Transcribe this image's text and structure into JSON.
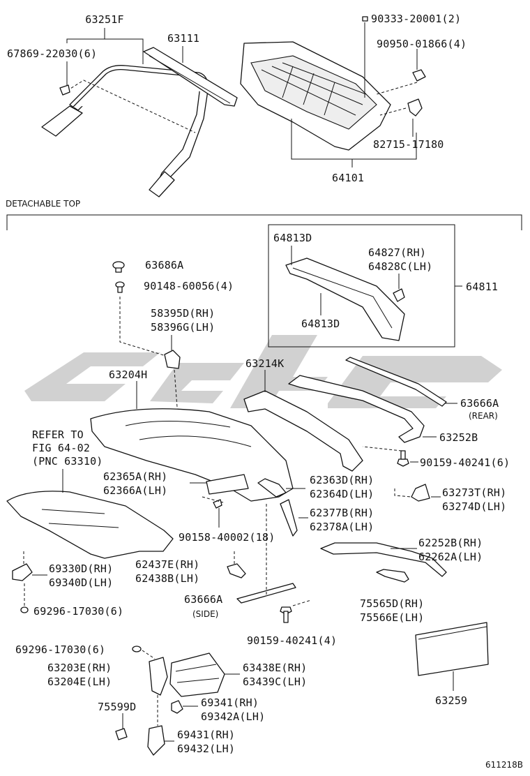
{
  "labels": {
    "p63251F": "63251F",
    "p67869": "67869-22030(6)",
    "p63111": "63111",
    "p90333": "90333-20001(2)",
    "p90950": "90950-01866(4)",
    "p82715": "82715-17180",
    "p64101": "64101",
    "detachable_top": "DETACHABLE TOP",
    "p64813D_a": "64813D",
    "p64827": "64827(RH)",
    "p64828C": "64828C(LH)",
    "p64811": "64811",
    "p64813D_b": "64813D",
    "p63686A": "63686A",
    "p90148": "90148-60056(4)",
    "p58395D": "58395D(RH)",
    "p58396G": "58396G(LH)",
    "p63214K": "63214K",
    "p63204H": "63204H",
    "p63666A_rear": "63666A",
    "rear": "(REAR)",
    "p63252B": "63252B",
    "p90159_a": "90159-40241(6)",
    "refer_to": "REFER TO",
    "fig": "FIG 64-02",
    "pnc": "(PNC 63310)",
    "p62365A": "62365A(RH)",
    "p62366A": "62366A(LH)",
    "p62363D": "62363D(RH)",
    "p62364D": "62364D(LH)",
    "p63273T": "63273T(RH)",
    "p63274D": "63274D(LH)",
    "p62377B": "62377B(RH)",
    "p62378A": "62378A(LH)",
    "p90158": "90158-40002(18)",
    "p62252B": "62252B(RH)",
    "p62262A": "62262A(LH)",
    "p69330D": "69330D(RH)",
    "p69340D": "69340D(LH)",
    "p62437E": "62437E(RH)",
    "p62438B": "62438B(LH)",
    "p63666A_side": "63666A",
    "side": "(SIDE)",
    "p75565D": "75565D(RH)",
    "p75566E": "75566E(LH)",
    "p69296_a": "69296-17030(6)",
    "p90159_b": "90159-40241(4)",
    "p69296_b": "69296-17030(6)",
    "p63203E": "63203E(RH)",
    "p63204E": "63204E(LH)",
    "p63438E": "63438E(RH)",
    "p63439C": "63439C(LH)",
    "p63259": "63259",
    "p75599D": "75599D",
    "p69341": "69341(RH)",
    "p69342A": "69342A(LH)",
    "p69431": "69431(RH)",
    "p69432": "69432(LH)",
    "figure_id": "611218B"
  },
  "colors": {
    "ink": "#111111",
    "watermark": "#c9c9c9"
  }
}
